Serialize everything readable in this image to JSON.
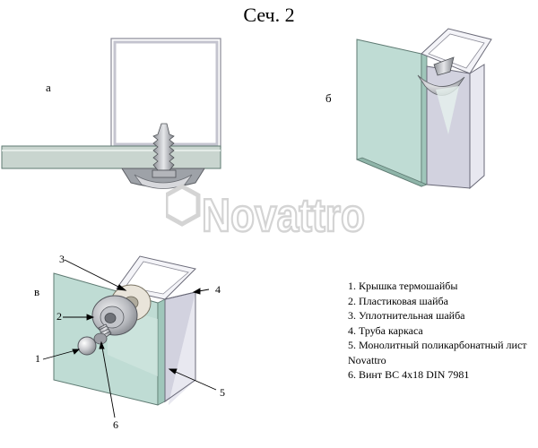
{
  "title": "Сеч. 2",
  "panels": {
    "a": "а",
    "b": "б",
    "v": "в"
  },
  "watermark_text": "Novattro",
  "callouts": [
    "1",
    "2",
    "3",
    "4",
    "5",
    "6"
  ],
  "legend": [
    "1. Крышка термошайбы",
    "2. Пластиковая шайба",
    "3. Уплотнительная шайба",
    "4. Труба каркаса",
    "5. Монолитный поликарбонатный лист Novattro",
    "6. Винт ВС 4х18 DIN 7981"
  ],
  "colors": {
    "glass_face": "#bfdcd4",
    "glass_dark": "#9fc6ba",
    "glass_edge": "#5e7a72",
    "profile_face": "#e8e8f0",
    "profile_side": "#d2d2df",
    "sheet": "#c9d5cf",
    "metal": "#aeb0b6",
    "watermark": "#d4d4d4"
  }
}
